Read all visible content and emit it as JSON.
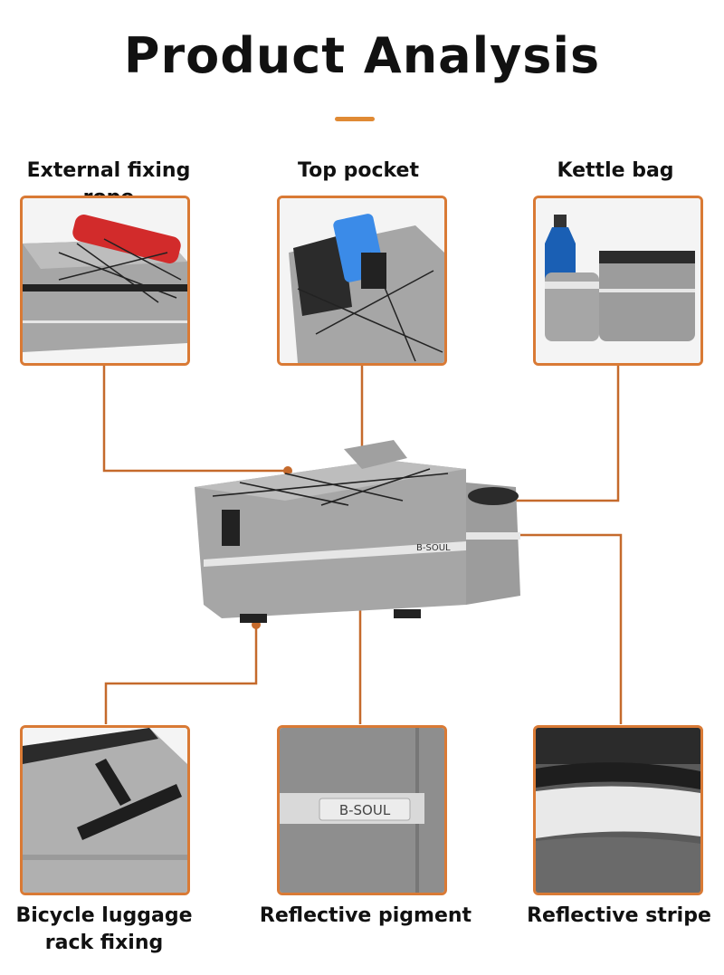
{
  "title": "Product Analysis",
  "colors": {
    "accent": "#e08a34",
    "connector": "#c56a2c",
    "frame": "#d97a35",
    "bag_fabric": "#a6a6a6",
    "bag_dark": "#2b2b2b",
    "bottle": "#1a5fb4",
    "rope_bottle": "#d22b2b",
    "phone": "#3b8be8"
  },
  "features": {
    "external_rope": "External fixing rope",
    "top_pocket": "Top pocket",
    "kettle_bag": "Kettle bag",
    "rack_fixing_line1": "Bicycle luggage",
    "rack_fixing_line2": "rack fixing",
    "reflective_pigment": "Reflective pigment",
    "reflective_stripe": "Reflective stripe"
  },
  "brand": "B-SOUL"
}
